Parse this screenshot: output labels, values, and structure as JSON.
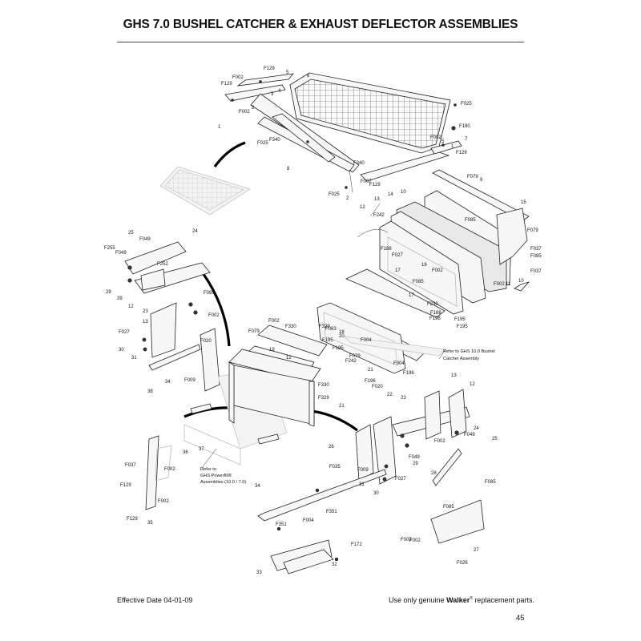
{
  "page": {
    "title": "GHS 7.0 BUSHEL CATCHER & EXHAUST DEFLECTOR ASSEMBLIES",
    "effective_date": "Effective Date 04-01-09",
    "footer_prefix": "Use only genuine ",
    "footer_brand": "Walker",
    "footer_reg": "®",
    "footer_suffix": " replacement parts.",
    "page_number": "45"
  },
  "notes": {
    "ghs10_line1": "Refer to GHS 10.0 Bushel",
    "ghs10_line2": "Catcher Assembly",
    "powerfill_line1": "Refer to",
    "powerfill_line2": "GHS Powerfill®",
    "powerfill_line3": "Assemblies (10.0 / 7.0)"
  },
  "callouts": [
    "F129",
    "F002",
    "F129",
    "5",
    "6",
    "4",
    "3",
    "2",
    "F002",
    "1",
    "F025",
    "F190",
    "7",
    "F002",
    "5",
    "1",
    "F129",
    "F025",
    "F340",
    "8",
    "F340",
    "F002",
    "F129",
    "F025",
    "2",
    "F079",
    "9",
    "15",
    "14",
    "10",
    "13",
    "F085",
    "12",
    "F242",
    "F079",
    "F037",
    "F085",
    "F037",
    "F188",
    "F027",
    "16",
    "F002",
    "F002",
    "11",
    "10",
    "17",
    "F085",
    "17",
    "F230",
    "F188",
    "F195",
    "F198",
    "F195",
    "25",
    "F049",
    "24",
    "F255",
    "F049",
    "F252",
    "29",
    "39",
    "12",
    "F085",
    "23",
    "F002",
    "13",
    "F027",
    "30",
    "31",
    "F020",
    "38",
    "34",
    "F009",
    "F002",
    "F079",
    "F330",
    "19",
    "F329",
    "F063",
    "18",
    "F195",
    "20",
    "F004",
    "F195",
    "12",
    "F079",
    "F004",
    "F242",
    "21",
    "F196",
    "F196",
    "F330",
    "F329",
    "21",
    "F020",
    "22",
    "23",
    "13",
    "12",
    "24",
    "F049",
    "25",
    "26",
    "F002",
    "F049",
    "29",
    "F035",
    "F009",
    "F027",
    "31",
    "30",
    "28",
    "F085",
    "F085",
    "F002",
    "36",
    "F037",
    "F002",
    "F129",
    "F002",
    "F129",
    "35",
    "37",
    "34",
    "F351",
    "F004",
    "F351",
    "F172",
    "32",
    "33",
    "F002",
    "27",
    "F026"
  ]
}
